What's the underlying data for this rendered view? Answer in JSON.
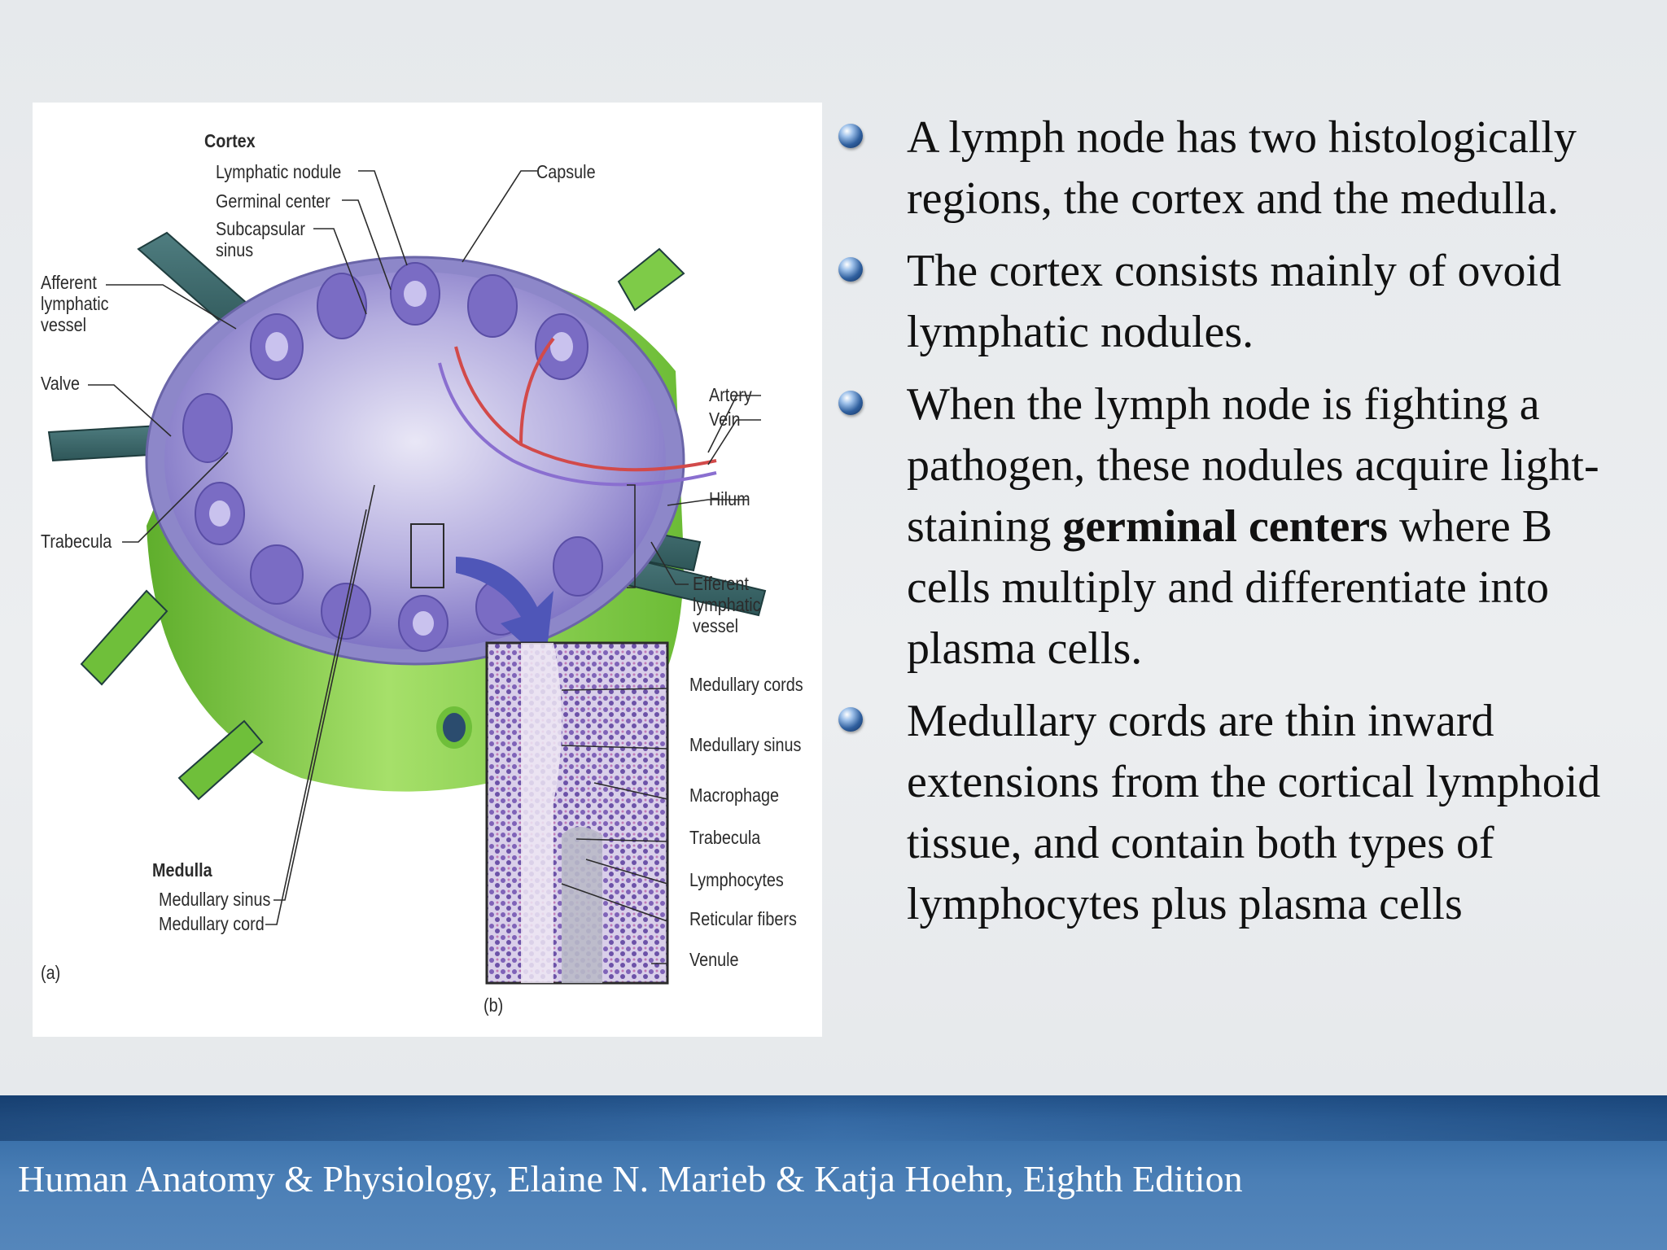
{
  "figure": {
    "labels": {
      "cortex": "Cortex",
      "lymphatic_nodule": "Lymphatic nodule",
      "germinal_center": "Germinal center",
      "subcapsular_sinus": "Subcapsular\nsinus",
      "capsule": "Capsule",
      "afferent_lymphatic_vessel": "Afferent\nlymphatic\nvessel",
      "valve": "Valve",
      "trabecula": "Trabecula",
      "artery": "Artery",
      "vein": "Vein",
      "hilum": "Hilum",
      "efferent_lymphatic_vessel": "Efferent\nlymphatic\nvessel",
      "medulla": "Medulla",
      "medullary_sinus": "Medullary sinus",
      "medullary_cord": "Medullary cord",
      "panel_a": "(a)",
      "panel_b": "(b)",
      "inset": {
        "medullary_cords": "Medullary cords",
        "medullary_sinus": "Medullary sinus",
        "macrophage": "Macrophage",
        "trabecula": "Trabecula",
        "lymphocytes": "Lymphocytes",
        "reticular_fibers": "Reticular fibers",
        "venule": "Venule"
      }
    }
  },
  "bullets": [
    {
      "text": "A lymph node has two histologically regions, the cortex and the medulla."
    },
    {
      "text": "The cortex consists mainly of ovoid lymphatic nodules."
    },
    {
      "text_before": "When the lymph node is fighting a pathogen, these nodules acquire light-staining ",
      "bold": "germinal centers",
      "text_after": " where B cells multiply and differentiate into plasma cells."
    },
    {
      "text": "Medullary cords are thin inward extensions from the cortical lymphoid tissue, and contain both types of lymphocytes plus plasma cells"
    }
  ],
  "footer": {
    "citation": "Human Anatomy & Physiology, Elaine N. Marieb & Katja Hoehn, Eighth Edition"
  },
  "colors": {
    "background": "#e8ebee",
    "footer_blue": "#3c72ab",
    "node_green": "#8fd14f",
    "node_purple": "#7b6fc4"
  }
}
